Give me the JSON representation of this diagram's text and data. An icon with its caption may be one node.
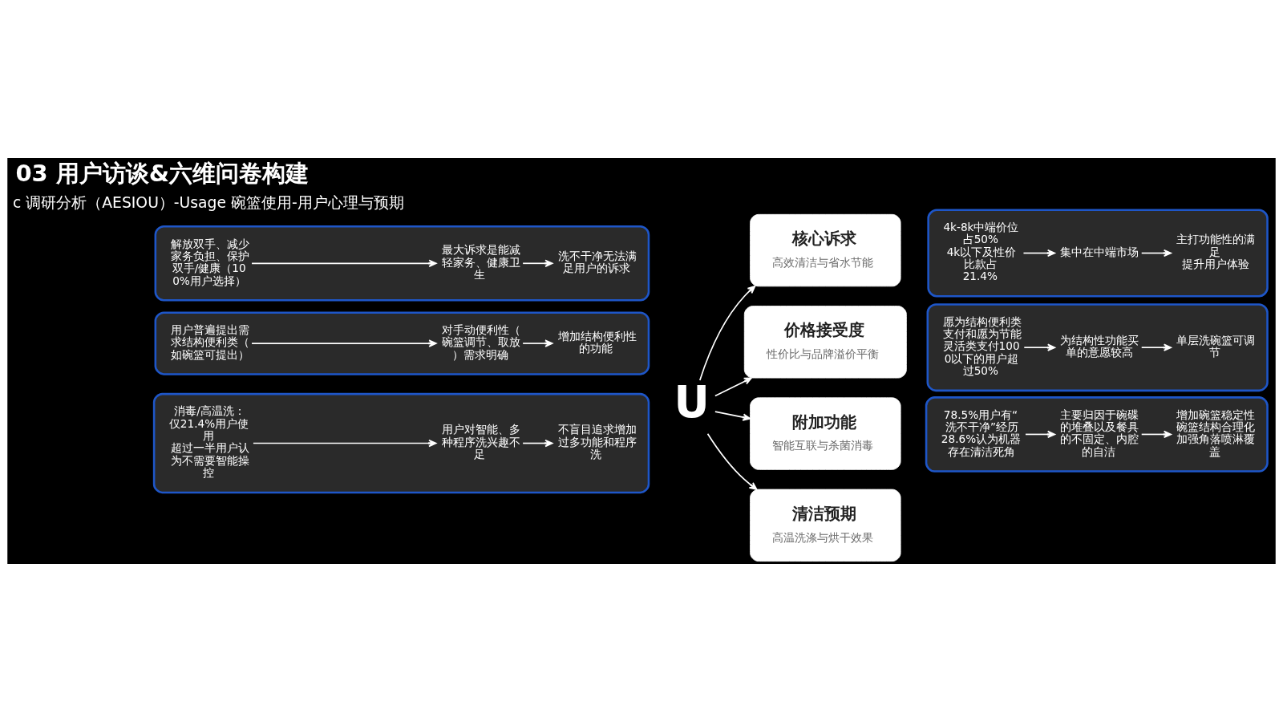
{
  "diagram": {
    "title": "03 用户访谈&六维问卷构建",
    "nodes": [
      {
        "text": [
          "U"
        ]
      },
      {
        "text": [
          "核心诉求",
          "高效清洁与省水节能"
        ]
      },
      {
        "text": [
          "价格接受度",
          "性价比与品牌溢价平衡"
        ]
      },
      {
        "text": [
          "附加功能",
          "智能互联与杀菌消毒"
        ]
      },
      {
        "text": [
          "清洁预期",
          "高温洗涤与烘干效果"
        ]
      },
      {
        "text": [],
        "shape": "box"
      },
      {
        "text": [
          "解放双手、减少家务负担、保护双手/健康（100%用户选择）"
        ],
        "in": 5
      },
      {
        "text": [
          "最大诉求是能减轻家务、健康卫生"
        ],
        "in": 5
      },
      {
        "text": [
          "洗不干净无法满足用户的诉求"
        ],
        "in": 5
      },
      {
        "text": [],
        "shape": "box"
      },
      {
        "text": [
          "用户普遍提出需求结构便利类（如碗篮可提出）"
        ],
        "in": 9
      },
      {
        "text": [
          "对手动便利性（碗篮调节、取放）需求明确"
        ],
        "in": 9
      },
      {
        "text": [
          "增加结构便利性的功能"
        ],
        "in": 9
      },
      {
        "text": [],
        "shape": "box"
      },
      {
        "text": [
          "消毒/高温洗：仅21.4%用户使用",
          "超过一半用户认为不需要智能操控"
        ],
        "in": 13
      },
      {
        "text": [
          "用户对智能、多种程序洗兴趣不足"
        ],
        "in": 13
      },
      {
        "text": [
          "不盲目追求增加过多功能和程序洗"
        ],
        "in": 13
      },
      {
        "text": [],
        "shape": "box"
      },
      {
        "text": [
          "4k-8k中端价位占50%",
          "4k以下及性价比款占 21.4%"
        ],
        "in": 17
      },
      {
        "text": [
          "集中在中端市场"
        ],
        "in": 17
      },
      {
        "text": [
          "主打功能性的满足",
          "提升用户体验"
        ],
        "in": 17
      },
      {
        "text": [],
        "shape": "box"
      },
      {
        "text": [
          "愿为结构便利类支付和愿为节能灵活类支付1000以下的用户超过50%"
        ],
        "in": 21
      },
      {
        "text": [
          "为结构性功能买单的意愿较高"
        ],
        "in": 21
      },
      {
        "text": [
          "单层洗碗篮可调节"
        ],
        "in": 21
      },
      {
        "text": [],
        "shape": "box"
      },
      {
        "text": [
          "78.5%用户有“洗不干净”经历",
          "28.6%认为机器存在清洁死角"
        ],
        "in": 25
      },
      {
        "text": [
          "主要归因于碗碟的堆叠以及餐具的不固定、内腔的自洁"
        ],
        "in": 25
      },
      {
        "text": [
          "增加碗篮稳定性",
          "碗篮结构合理化",
          "加强角落喷淋覆盖"
        ],
        "in": 25
      }
    ],
    "edges": [
      {
        "from": 0,
        "to": 1,
        "arrow": "to"
      },
      {
        "from": 0,
        "to": 2,
        "arrow": "to"
      },
      {
        "from": 0,
        "to": 3,
        "arrow": "to"
      },
      {
        "from": 0,
        "to": 4,
        "arrow": "to"
      },
      {
        "from": 6,
        "to": 7,
        "arrow": "to"
      },
      {
        "from": 7,
        "to": 8,
        "arrow": "to"
      },
      {
        "from": 10,
        "to": 11,
        "arrow": "to"
      },
      {
        "from": 11,
        "to": 12,
        "arrow": "to"
      },
      {
        "from": 14,
        "to": 15,
        "arrow": "to"
      },
      {
        "from": 15,
        "to": 16,
        "arrow": "to"
      },
      {
        "from": 18,
        "to": 19,
        "arrow": "to"
      },
      {
        "from": 19,
        "to": 20,
        "arrow": "to"
      },
      {
        "from": 22,
        "to": 23,
        "arrow": "to"
      },
      {
        "from": 23,
        "to": 24,
        "arrow": "to"
      },
      {
        "from": 26,
        "to": 27,
        "arrow": "to"
      },
      {
        "from": 27,
        "to": 28,
        "arrow": "to"
      }
    ],
    "labels": [
      "c 调研分析（AESIOU）-Usage 碗篮使用-用户心理与预期"
    ]
  }
}
